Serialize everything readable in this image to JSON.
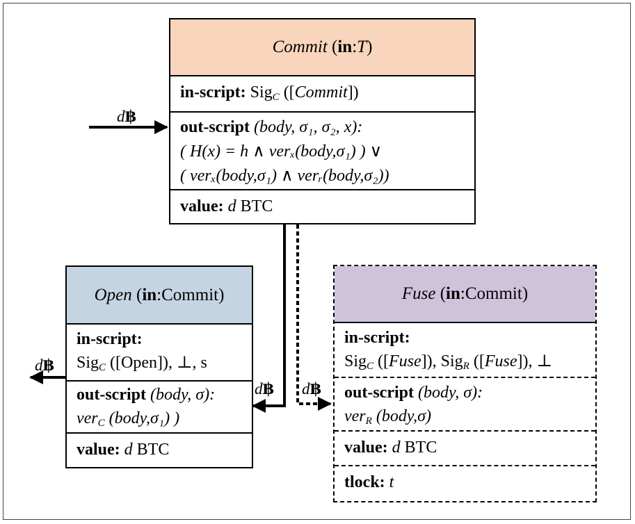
{
  "btc_symbol": "฿",
  "flow_label": "d",
  "commit": {
    "header": {
      "name": "Commit",
      "in_kw": "in",
      "colon": ":",
      "in_val": "T",
      "lp": "(",
      "rp": ")"
    },
    "in_script": {
      "label": "in-script:",
      "sig": "Sig",
      "sig_sub": "C",
      "body": " ([Commit])",
      "body_italic": "Commit"
    },
    "out_script": {
      "label": "out-script",
      "params": "(body, σ₁, σ₂, x):",
      "line1": "( H(x) = h ∧ verₓ(body,σ₁) ) ∨",
      "line2": "( verₓ(body,σ₁) ∧ verᵣ(body,σ₂))"
    },
    "value": {
      "label": "value:",
      "d": "d",
      "unit": " BTC"
    }
  },
  "open": {
    "header": {
      "name": "Open",
      "in_kw": "in",
      "colon": ":",
      "in_val": "Commit",
      "lp": "(",
      "rp": ")"
    },
    "in_script": {
      "label": "in-script:",
      "line": "([Open]), ⊥, s"
    },
    "out_script": {
      "label": "out-script",
      "params": "(body, σ):",
      "line": "(body,σ₁) )"
    },
    "value": {
      "label": "value:",
      "d": "d",
      "unit": " BTC"
    }
  },
  "fuse": {
    "header": {
      "name": "Fuse",
      "in_kw": "in",
      "colon": ":",
      "in_val": "Commit",
      "lp": "(",
      "rp": ")"
    },
    "in_script": {
      "label": "in-script:",
      "line": "([Fuse]), Sig([Fuse]), ⊥"
    },
    "out_script": {
      "label": "out-script",
      "params": "(body, σ):",
      "line": "(body,σ)"
    },
    "value": {
      "label": "value:",
      "d": "d",
      "unit": " BTC"
    },
    "tlock": {
      "label": "tlock:",
      "value": "t"
    }
  },
  "colors": {
    "commit_header": "#f8d5bc",
    "open_header": "#c5d4e3",
    "fuse_header": "#cfc3dc"
  }
}
